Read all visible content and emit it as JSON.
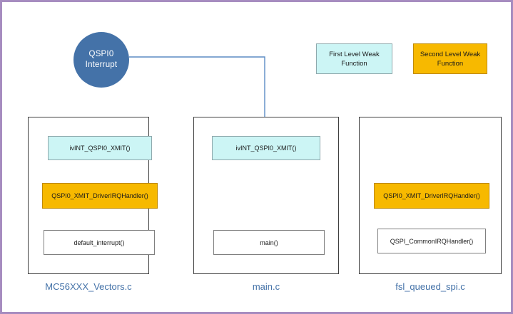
{
  "diagram": {
    "title": "QSPI0 interrupt weak function call flow",
    "colors": {
      "frame_border": "#a68cc0",
      "circle_fill": "#4472a8",
      "first_level_fill": "#ccf5f5",
      "first_level_border": "#8fa9ad",
      "second_level_fill": "#f7b900",
      "second_level_border": "#c08a00",
      "plain_box_border": "#7f7f7f",
      "container_border": "#3f3f3f",
      "caption_text": "#4472a8",
      "arrow": "#5b8bc4"
    }
  },
  "source": {
    "label_line1": "QSPI0",
    "label_line2": "Interrupt"
  },
  "legend": {
    "items": [
      {
        "label_line1": "First Level Weak",
        "label_line2": "Function",
        "kind": "first-level"
      },
      {
        "label_line1": "Second Level Weak",
        "label_line2": "Function",
        "kind": "second-level"
      }
    ]
  },
  "columns": [
    {
      "caption": "MC56XXX_Vectors.c",
      "boxes": [
        {
          "label": "ivINT_QSPI0_XMIT()",
          "kind": "first-level"
        },
        {
          "label": "QSPI0_XMIT_DriverIRQHandler()",
          "kind": "second-level"
        },
        {
          "label": "default_interrupt()",
          "kind": "plain"
        }
      ]
    },
    {
      "caption": "main.c",
      "boxes": [
        {
          "label": "ivINT_QSPI0_XMIT()",
          "kind": "first-level"
        },
        {
          "label": "main()",
          "kind": "plain"
        }
      ]
    },
    {
      "caption": "fsl_queued_spi.c",
      "boxes": [
        {
          "label": "QSPI0_XMIT_DriverIRQHandler()",
          "kind": "second-level"
        },
        {
          "label": "QSPI_CommonIRQHandler()",
          "kind": "plain"
        }
      ]
    }
  ],
  "connector": {
    "from": "QSPI0 Interrupt",
    "to": "main.c / ivINT_QSPI0_XMIT()"
  }
}
